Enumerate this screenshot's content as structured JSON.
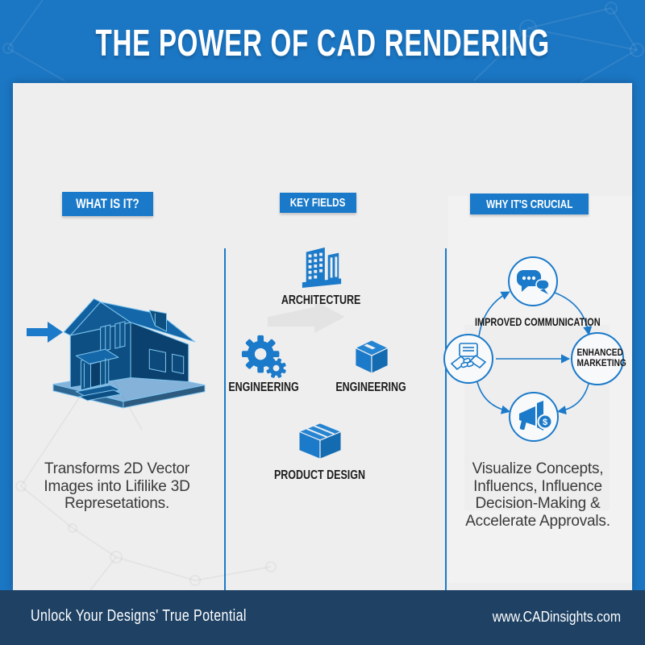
{
  "header": {
    "title": "THE POWER OF CAD RENDERING"
  },
  "sections": {
    "what": {
      "label": "WHAT IS IT?",
      "description": "Transforms 2D Vector Images into Lifilike 3D Represetations.",
      "illustration": "blueprint-3d-house",
      "arrow_icon": "right-arrow-icon"
    },
    "fields": {
      "label": "KEY FIELDS",
      "items": [
        {
          "label": "ARCHITECTURE",
          "icon": "building-icon"
        },
        {
          "label": "ENGINEERING",
          "icon": "gears-icon"
        },
        {
          "label": "ENGINEERING",
          "icon": "cube-icon"
        },
        {
          "label": "PRODUCT DESIGN",
          "icon": "box-icon"
        }
      ]
    },
    "why": {
      "label": "WHY IT'S CRUCIAL",
      "nodes": [
        {
          "name": "improved-communication",
          "label": "IMPROVED COMMUNICATION",
          "icon": "chat-bubbles-icon"
        },
        {
          "name": "collaboration",
          "label": "",
          "icon": "handshake-document-icon"
        },
        {
          "name": "enhanced-marketing",
          "label": "ENHANCED MARKETING",
          "icon": null
        },
        {
          "name": "promotion",
          "label": "",
          "icon": "megaphone-dollar-icon"
        }
      ],
      "dollar_glyph": "$",
      "description": "Visualize Concepts, Influencs, Influence Decision-Making & Accelerate Approvals."
    }
  },
  "footer": {
    "tagline": "Unlock Your Designs' True Potential",
    "website": "www.CADinsights.com"
  },
  "colors": {
    "accent_blue": "#1b76c3",
    "label_blue": "#1a7ac9",
    "icon_blue": "#1b7ac9",
    "footer_navy": "#1e4164",
    "card_background": "#eeeeef",
    "text_dark": "#1f1f1f"
  }
}
